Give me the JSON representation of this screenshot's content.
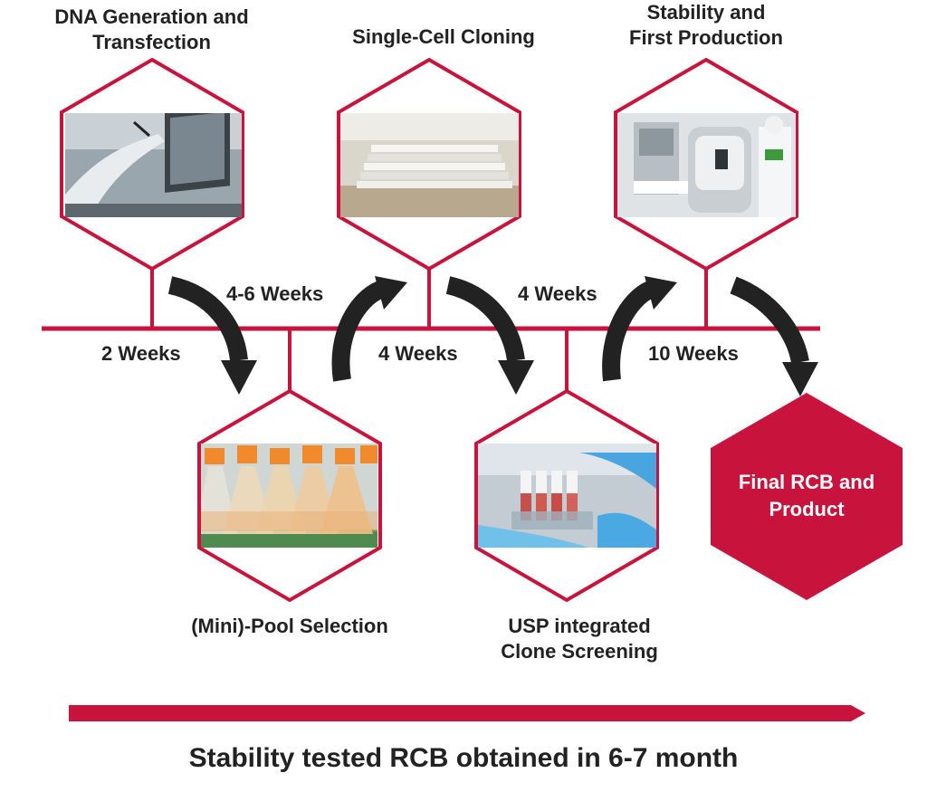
{
  "colors": {
    "accent": "#c8143c",
    "text": "#222222",
    "arrow": "#222222",
    "photo_frame": "#ffffff"
  },
  "stages": [
    {
      "id": "dna",
      "title_lines": [
        "DNA Generation and",
        "Transfection"
      ],
      "image": "lab-touchscreen-photo"
    },
    {
      "id": "pool",
      "title_lines": [
        "(Mini)-Pool Selection"
      ],
      "image": "flasks-photo"
    },
    {
      "id": "cloning",
      "title_lines": [
        "Single-Cell Cloning"
      ],
      "image": "well-plates-photo"
    },
    {
      "id": "screening",
      "title_lines": [
        "USP integrated",
        "Clone Screening"
      ],
      "image": "tubes-rack-photo"
    },
    {
      "id": "production",
      "title_lines": [
        "Stability and",
        "First Production"
      ],
      "image": "bioreactor-photo"
    }
  ],
  "final": {
    "title_lines": [
      "Final RCB and",
      "Product"
    ]
  },
  "durations": [
    "2 Weeks",
    "4-6 Weeks",
    "4 Weeks",
    "4 Weeks",
    "10 Weeks"
  ],
  "footer": "Stability tested RCB obtained in 6-7 month"
}
